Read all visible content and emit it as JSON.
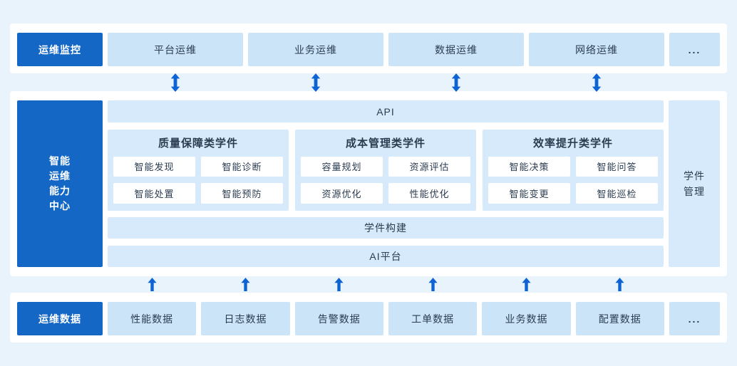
{
  "colors": {
    "page_bg": "#e9f3fc",
    "panel_bg": "#ffffff",
    "primary": "#1567c6",
    "item_bg": "#cbe4f7",
    "bar_bg": "#d7eafb",
    "arrow": "#0d63d4",
    "text": "#2b3c50"
  },
  "top": {
    "label": "运维监控",
    "items": [
      "平台运维",
      "业务运维",
      "数据运维",
      "网络运维"
    ],
    "more": "..."
  },
  "middle": {
    "label_lines": [
      "智能",
      "运维",
      "能力",
      "中心"
    ],
    "api_bar": "API",
    "groups": [
      {
        "title": "质量保障类学件",
        "items": [
          "智能发现",
          "智能诊断",
          "智能处置",
          "智能预防"
        ]
      },
      {
        "title": "成本管理类学件",
        "items": [
          "容量规划",
          "资源评估",
          "资源优化",
          "性能优化"
        ]
      },
      {
        "title": "效率提升类学件",
        "items": [
          "智能决策",
          "智能问答",
          "智能变更",
          "智能巡检"
        ]
      }
    ],
    "build_bar": "学件构建",
    "ai_bar": "AI平台",
    "right_label_lines": [
      "学件",
      "管理"
    ]
  },
  "bottom": {
    "label": "运维数据",
    "items": [
      "性能数据",
      "日志数据",
      "告警数据",
      "工单数据",
      "业务数据",
      "配置数据"
    ],
    "more": "..."
  }
}
